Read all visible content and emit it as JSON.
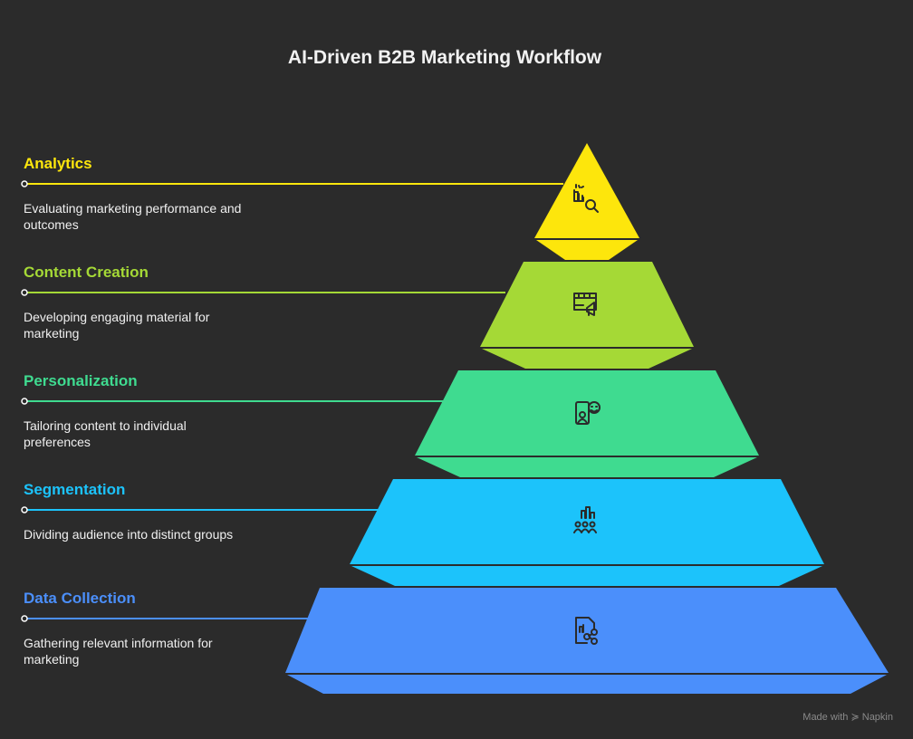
{
  "title": "AI-Driven B2B Marketing Workflow",
  "levels": [
    {
      "label": "Analytics",
      "description": "Evaluating marketing performance and outcomes",
      "color": "#fde60c",
      "icon": "analytics-magnifier-icon"
    },
    {
      "label": "Content Creation",
      "description": "Developing engaging material for marketing",
      "color": "#a5d936",
      "icon": "video-megaphone-icon"
    },
    {
      "label": "Personalization",
      "description": "Tailoring content to individual preferences",
      "color": "#3fdb90",
      "icon": "phone-person-icon"
    },
    {
      "label": "Segmentation",
      "description": "Dividing audience into distinct groups",
      "color": "#1cc3fb",
      "icon": "audience-chart-icon"
    },
    {
      "label": "Data Collection",
      "description": "Gathering relevant information for marketing",
      "color": "#4b8ffb",
      "icon": "document-share-icon"
    }
  ],
  "watermark": "Made with ≽ Napkin"
}
